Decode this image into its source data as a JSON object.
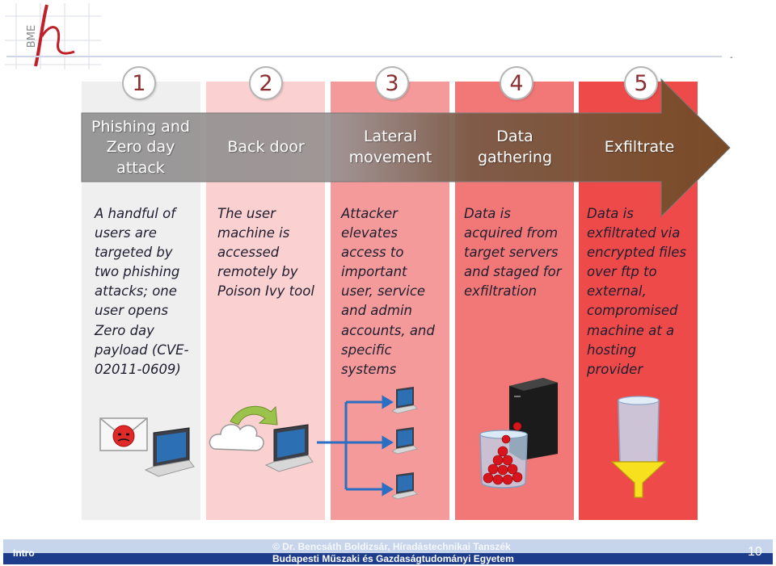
{
  "header": {
    "logo_text": "BME",
    "dash": "-"
  },
  "stages": [
    {
      "number": "1",
      "title_lines": [
        "Phishing and",
        "Zero day",
        "attack"
      ],
      "description_lines": [
        "A handful of",
        "users are",
        "targeted by",
        "two phishing",
        "attacks; one",
        "user opens",
        "Zero day",
        "payload (CVE-",
        "02011-0609)"
      ],
      "illustration": "envelope-laptop"
    },
    {
      "number": "2",
      "title_lines": [
        "Back door"
      ],
      "description_lines": [
        "The user",
        "machine is",
        "accessed",
        "remotely by",
        "Poison Ivy tool"
      ],
      "illustration": "cloud-laptop"
    },
    {
      "number": "3",
      "title_lines": [
        "Lateral",
        "movement"
      ],
      "description_lines": [
        "Attacker",
        "elevates",
        "access to",
        "important",
        "user, service",
        "and admin",
        "accounts, and",
        "specific",
        "systems"
      ],
      "illustration": "laptop-network"
    },
    {
      "number": "4",
      "title_lines": [
        "Data",
        "gathering"
      ],
      "description_lines": [
        "Data is",
        "acquired from",
        "target servers",
        "and staged for",
        "exfiltration"
      ],
      "illustration": "server-beaker"
    },
    {
      "number": "5",
      "title_lines": [
        "Exfiltrate"
      ],
      "description_lines": [
        "Data is",
        "exfiltrated via",
        "encrypted files",
        "over ftp to",
        "external,",
        "compromised",
        "machine at a",
        "hosting",
        "provider"
      ],
      "illustration": "funnel"
    }
  ],
  "footer": {
    "section": "Intro",
    "copyright": "© Dr. Bencsáth Boldizsár, Híradástechnikai Tanszék",
    "university": "Budapesti Műszaki és Gazdaságtudományi Egyetem",
    "page": "10"
  },
  "colors": {
    "stage1": "#efefef",
    "stage2": "#fbd0d0",
    "stage3": "#f59a9a",
    "stage4": "#f27777",
    "stage5": "#ee4a4a",
    "arrow_grey": "#8e8e8e",
    "arrow_brown": "#7a4a26",
    "footer_dark": "#1e3c8c",
    "footer_light": "#c6d4ec"
  }
}
